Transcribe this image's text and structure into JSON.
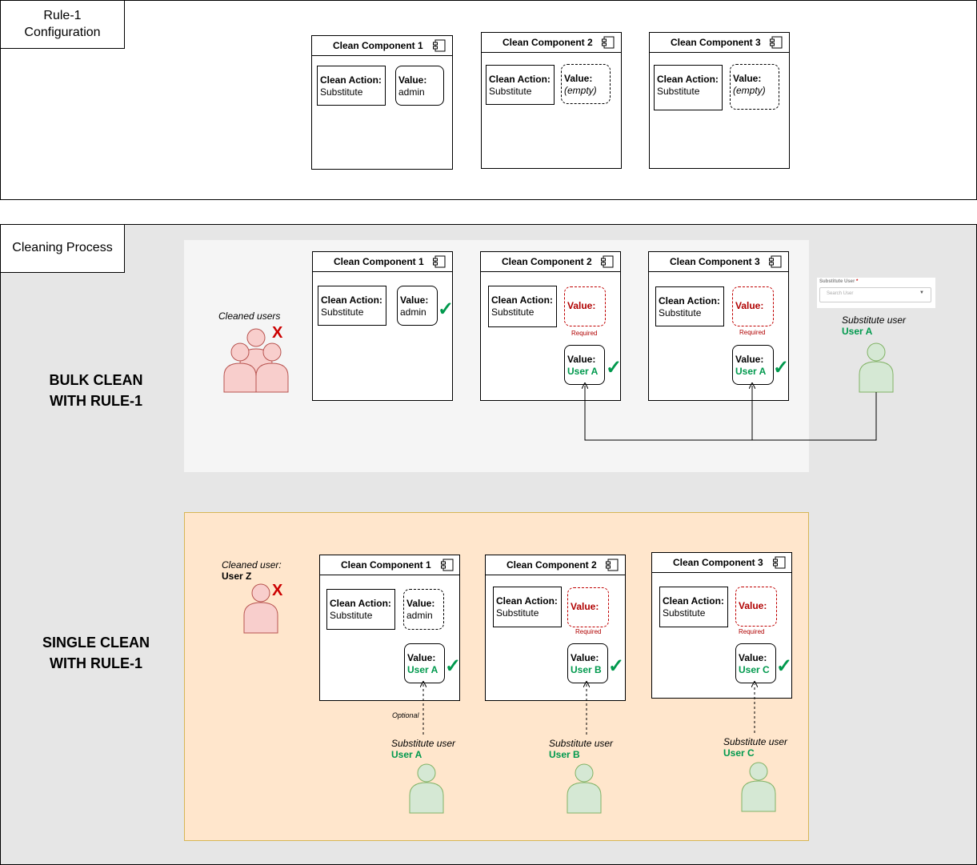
{
  "rule_config": {
    "label_line1": "Rule-1",
    "label_line2": "Configuration",
    "components": [
      {
        "title": "Clean Component 1",
        "action_label": "Clean Action:",
        "action_value": "Substitute",
        "value_label": "Value:",
        "value": "admin"
      },
      {
        "title": "Clean Component 2",
        "action_label": "Clean Action:",
        "action_value": "Substitute",
        "value_label": "Value:",
        "value": "(empty)"
      },
      {
        "title": "Clean Component 3",
        "action_label": "Clean Action:",
        "action_value": "Substitute",
        "value_label": "Value:",
        "value": "(empty)"
      }
    ]
  },
  "process": {
    "label": "Cleaning Process",
    "bulk": {
      "title_line1": "BULK CLEAN",
      "title_line2": "WITH RULE-1",
      "cleaned_caption": "Cleaned users",
      "components": [
        {
          "title": "Clean Component 1",
          "action_label": "Clean Action:",
          "action_value": "Substitute",
          "value_label": "Value:",
          "value": "admin"
        },
        {
          "title": "Clean Component 2",
          "action_label": "Clean Action:",
          "action_value": "Substitute",
          "value_label": "Value:",
          "required": "Required",
          "sub_label": "Value:",
          "sub_value": "User A"
        },
        {
          "title": "Clean Component 3",
          "action_label": "Clean Action:",
          "action_value": "Substitute",
          "value_label": "Value:",
          "required": "Required",
          "sub_label": "Value:",
          "sub_value": "User A"
        }
      ],
      "picker": {
        "label": "Substitute User",
        "asterisk": "*",
        "placeholder": "Search User"
      },
      "substitute_caption": "Substitute user",
      "substitute_name": "User A"
    },
    "single": {
      "title_line1": "SINGLE CLEAN",
      "title_line2": "WITH RULE-1",
      "cleaned_caption": "Cleaned user:",
      "cleaned_name": "User Z",
      "optional": "Optional",
      "components": [
        {
          "title": "Clean Component 1",
          "action_label": "Clean Action:",
          "action_value": "Substitute",
          "value_label": "Value:",
          "value": "admin",
          "sub_label": "Value:",
          "sub_value": "User A"
        },
        {
          "title": "Clean Component 2",
          "action_label": "Clean Action:",
          "action_value": "Substitute",
          "value_label": "Value:",
          "required": "Required",
          "sub_label": "Value:",
          "sub_value": "User B"
        },
        {
          "title": "Clean Component 3",
          "action_label": "Clean Action:",
          "action_value": "Substitute",
          "value_label": "Value:",
          "required": "Required",
          "sub_label": "Value:",
          "sub_value": "User C"
        }
      ],
      "substitutes": [
        {
          "caption": "Substitute user",
          "name": "User A"
        },
        {
          "caption": "Substitute user",
          "name": "User B"
        },
        {
          "caption": "Substitute user",
          "name": "User C"
        }
      ]
    },
    "check_glyph": "✓",
    "x_glyph": "X"
  },
  "colors": {
    "green": "#00994d",
    "red": "#b00000",
    "user_green_fill": "#d5e8d4",
    "user_red_fill": "#f8cecc",
    "bulk_bg": "#f5f5f5",
    "single_bg": "#ffe6cc",
    "process_bg": "#e6e6e6"
  }
}
